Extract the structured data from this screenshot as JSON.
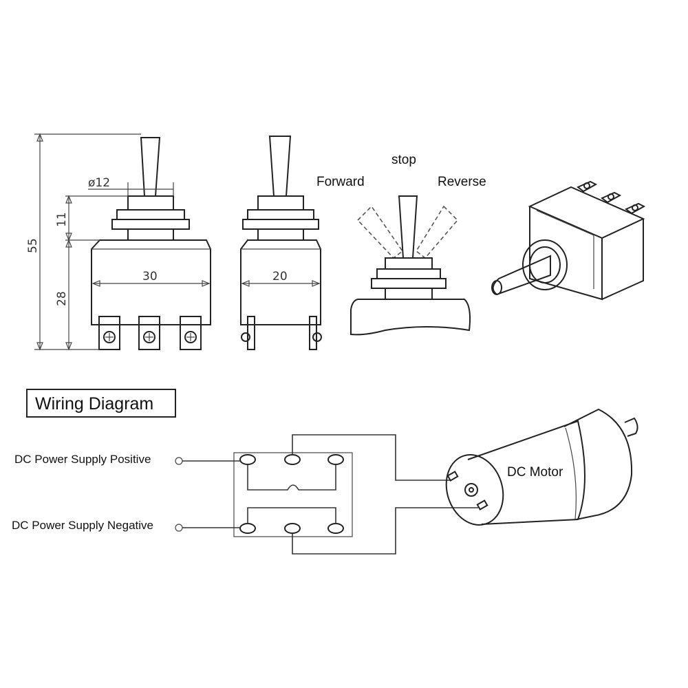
{
  "dimensions": {
    "diameter": "ø12",
    "height_total": "55",
    "height_bushing": "11",
    "height_body": "28",
    "width_front": "30",
    "width_side": "20"
  },
  "positions": {
    "forward": "Forward",
    "stop": "stop",
    "reverse": "Reverse"
  },
  "wiring": {
    "title": "Wiring Diagram",
    "positive": "DC Power Supply Positive",
    "negative": "DC Power Supply Negative",
    "motor": "DC Motor"
  }
}
